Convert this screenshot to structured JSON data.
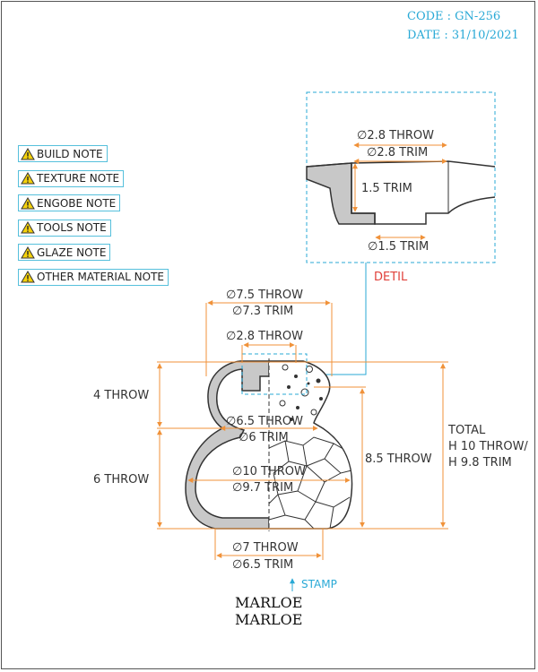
{
  "header": {
    "code": "CODE : GN-256",
    "date": "DATE : 31/10/2021"
  },
  "notes": [
    {
      "label": "BUILD NOTE",
      "icon": "warning-icon"
    },
    {
      "label": "TEXTURE NOTE",
      "icon": "warning-icon"
    },
    {
      "label": "ENGOBE NOTE",
      "icon": "warning-icon"
    },
    {
      "label": "TOOLS NOTE",
      "icon": "warning-icon"
    },
    {
      "label": "GLAZE NOTE",
      "icon": "warning-icon"
    },
    {
      "label": "OTHER MATERIAL NOTE",
      "icon": "warning-icon"
    }
  ],
  "detail": {
    "label": "DETIL",
    "dim_throw": "∅2.8 THROW",
    "dim_trim": "∅2.8 TRIM",
    "height": "1.5 TRIM",
    "bottom": "∅1.5 TRIM"
  },
  "dimensions": {
    "d75_throw": "∅7.5 THROW",
    "d73_trim": "∅7.3 TRIM",
    "d28_throw": "∅2.8 THROW",
    "d65_throw": "∅6.5 THROW",
    "d6_trim": "∅6 TRIM",
    "d10_throw": "∅10 THROW",
    "d97_trim": "∅9.7 TRIM",
    "d7_throw": "∅7 THROW",
    "d65_trim": "∅6.5 TRIM",
    "h4_throw": "4 THROW",
    "h6_throw": "6 THROW",
    "h85_throw": "8.5 THROW",
    "total_1": "TOTAL",
    "total_2": "H 10 THROW/",
    "total_3": "H 9.8 TRIM"
  },
  "stamp": {
    "label": "STAMP",
    "logo_1": "MARLOE",
    "logo_2": "MARLOE"
  },
  "colors": {
    "accent": "#29a9d6",
    "dimension": "#f0923a",
    "detail_label": "#e0413a",
    "section_fill": "#c8c8c8",
    "warning": "#f5d20c"
  }
}
